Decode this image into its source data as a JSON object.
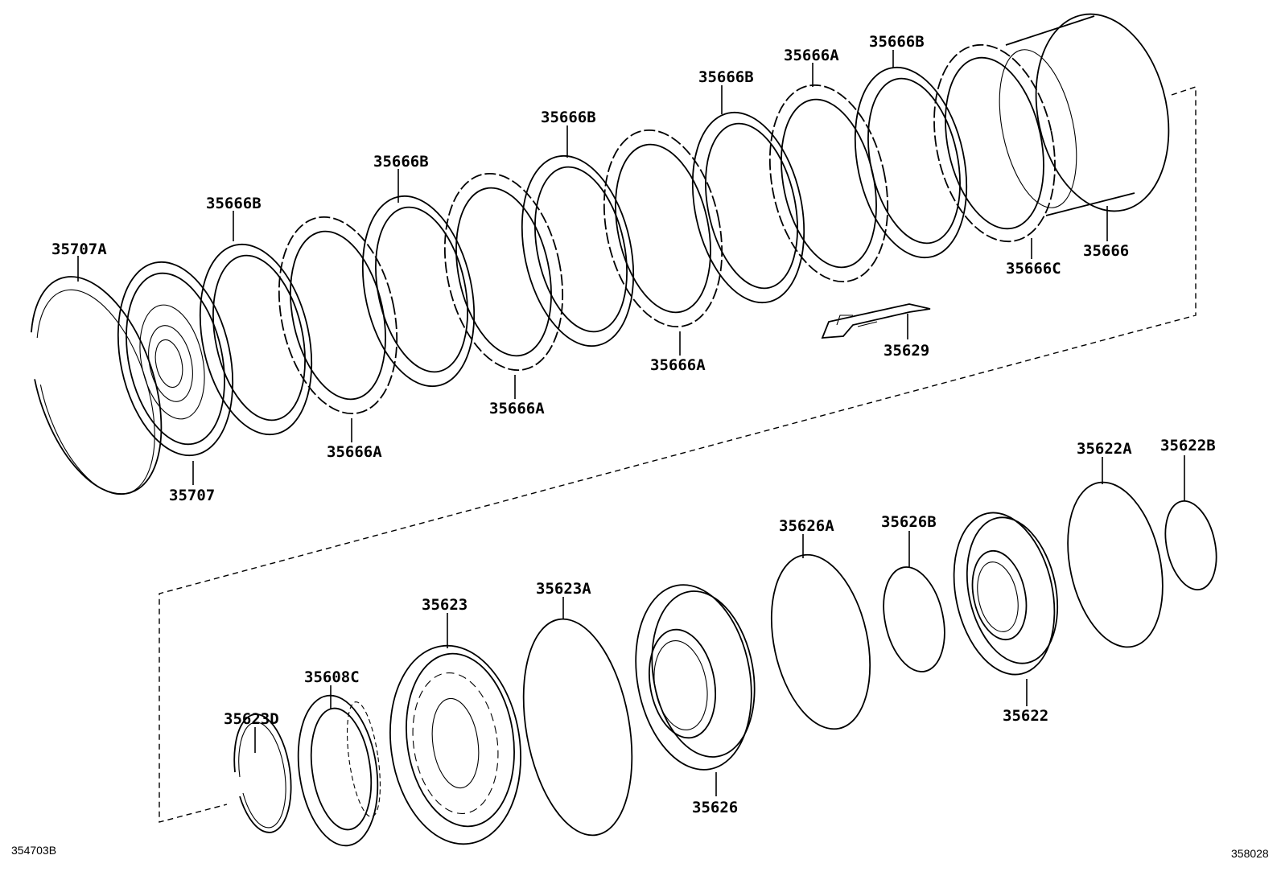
{
  "labels": {
    "l35707A": "35707A",
    "l35707": "35707",
    "l35666B_1": "35666B",
    "l35666A_1": "35666A",
    "l35666B_2": "35666B",
    "l35666A_2": "35666A",
    "l35666B_3": "35666B",
    "l35666A_3": "35666A",
    "l35666B_4": "35666B",
    "l35666A_4": "35666A",
    "l35666B_5": "35666B",
    "l35666C": "35666C",
    "l35666": "35666",
    "l35629": "35629",
    "l35622A": "35622A",
    "l35622B": "35622B",
    "l35626A": "35626A",
    "l35626B": "35626B",
    "l35622": "35622",
    "l35623": "35623",
    "l35623A": "35623A",
    "l35608C": "35608C",
    "l35623D": "35623D",
    "l35626": "35626"
  },
  "codes": {
    "left": "354703B",
    "right": "358028"
  }
}
